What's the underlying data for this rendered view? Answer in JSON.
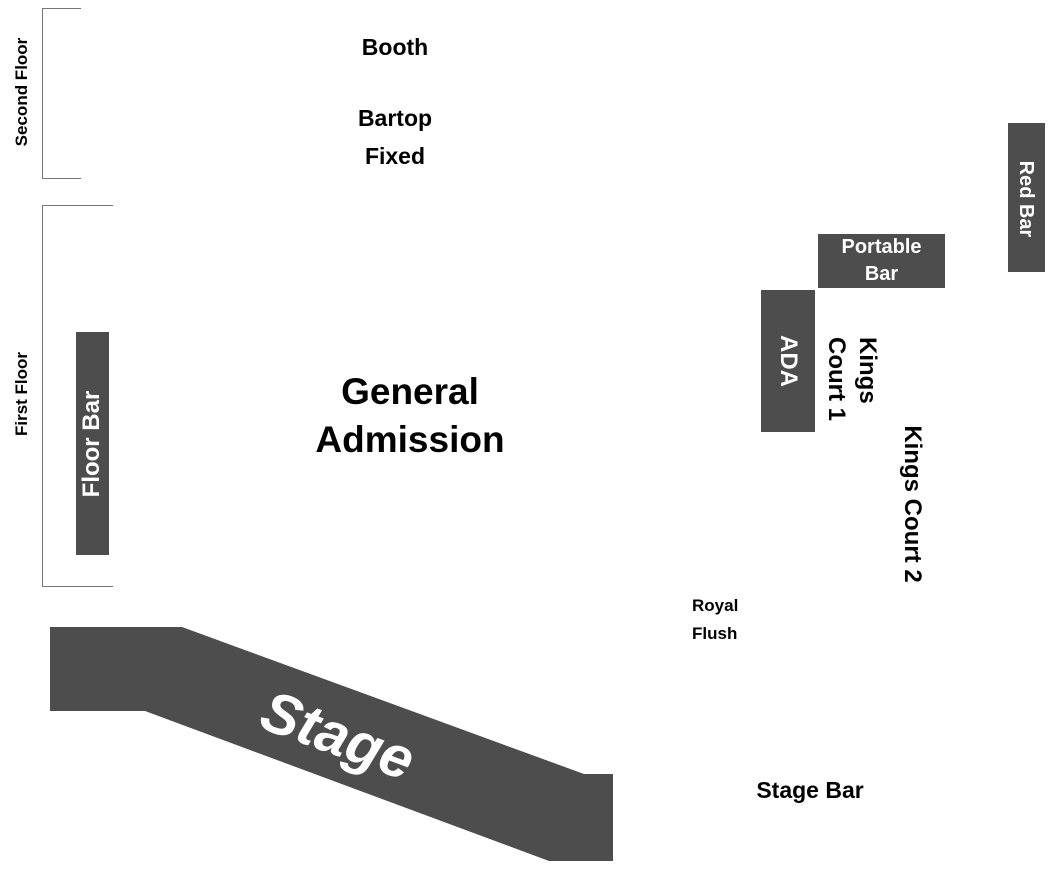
{
  "floors": {
    "second": "Second Floor",
    "first": "First Floor"
  },
  "sections": {
    "booth": "Booth",
    "bartop": "Bartop",
    "fixed": "Fixed",
    "general_admission_line1": "General",
    "general_admission_line2": "Admission",
    "floor_bar": "Floor Bar",
    "stage": "Stage",
    "stage_bar": "Stage Bar",
    "royal_flush_line1": "Royal",
    "royal_flush_line2": "Flush",
    "ada": "ADA",
    "kings_court_1_line1": "Kings",
    "kings_court_1_line2": "Court 1",
    "kings_court_2": "Kings Court 2",
    "portable_bar_line1": "Portable",
    "portable_bar_line2": "Bar",
    "red_bar": "Red Bar"
  },
  "colors": {
    "block_fill": "#4d4d4d",
    "block_text": "#ffffff",
    "background": "#ffffff"
  }
}
